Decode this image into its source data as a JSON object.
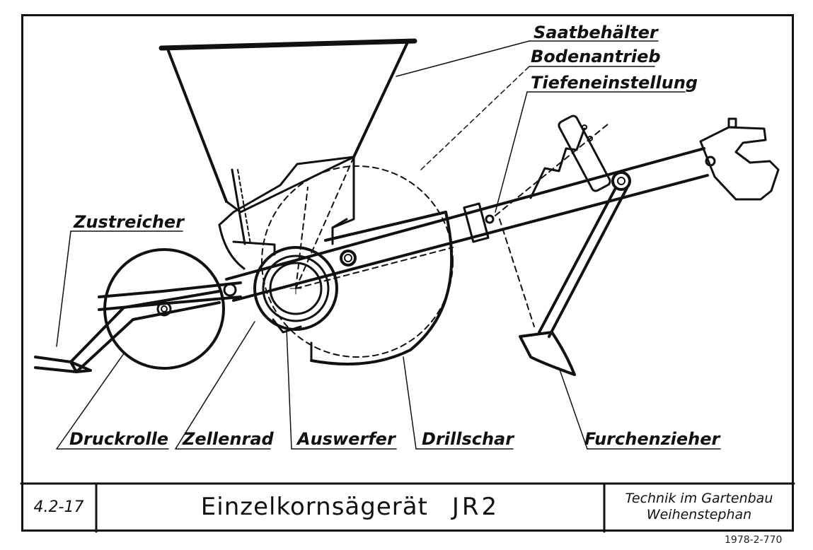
{
  "footer": {
    "code": "4.2-17",
    "title": "Einzelkornsägerät",
    "series": "JR2",
    "institution_line1": "Technik im Gartenbau",
    "institution_line2": "Weihenstephan"
  },
  "archive_number": "1978-2-770",
  "labels": {
    "saatbehaelter": "Saatbehälter",
    "bodenantrieb": "Bodenantrieb",
    "tiefeneinstellung": "Tiefeneinstellung",
    "zustreicher": "Zustreicher",
    "druckrolle": "Druckrolle",
    "zellenrad": "Zellenrad",
    "auswerfer": "Auswerfer",
    "drillschar": "Drillschar",
    "furchenzieher": "Furchenzieher"
  }
}
